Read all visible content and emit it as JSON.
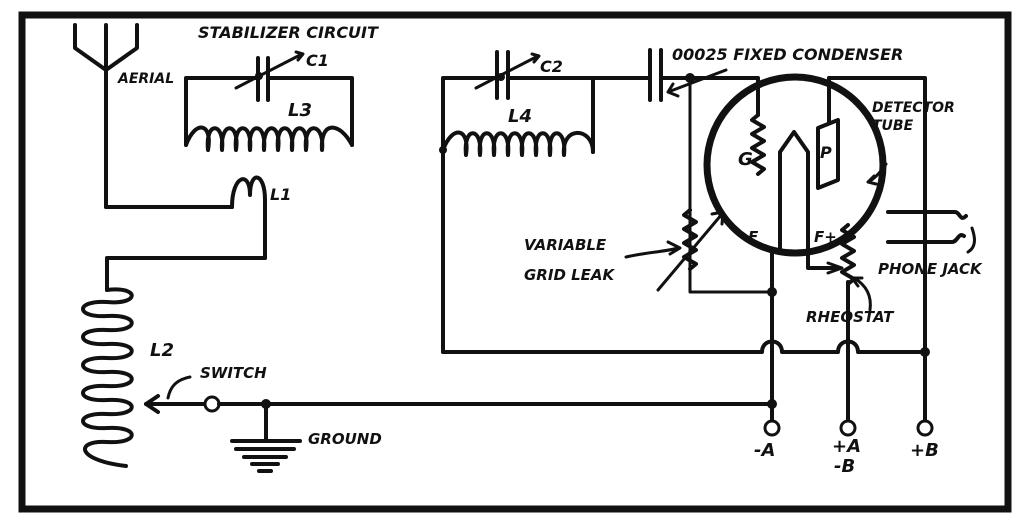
{
  "diagram": {
    "type": "radio receiver schematic",
    "labels": {
      "stabilizer": "STABILIZER CIRCUIT",
      "c1": "C1",
      "l3": "L3",
      "aerial": "AERIAL",
      "l1": "L1",
      "l2": "L2",
      "switch": "SWITCH",
      "ground": "GROUND",
      "c2": "C2",
      "l4": "L4",
      "fixed_condenser": "00025 FIXED CONDENSER",
      "detector_tube_1": "DETECTOR",
      "detector_tube_2": "TUBE",
      "grid": "G",
      "plate": "P",
      "f_minus": "F_",
      "f_plus": "F+",
      "variable_1": "VARIABLE",
      "variable_2": "GRID LEAK",
      "phone_jack": "PHONE JACK",
      "rheostat": "RHEOSTAT",
      "minus_a": "-A",
      "plus_a": "+A",
      "minus_b": "-B",
      "plus_b": "+B"
    }
  }
}
